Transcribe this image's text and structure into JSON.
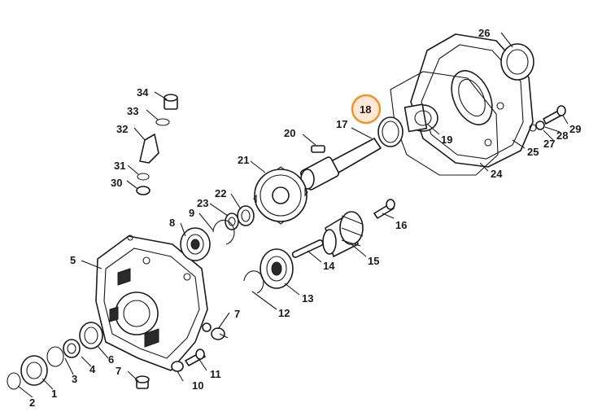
{
  "highlight": {
    "label": "18",
    "color": "#f0922e",
    "fill": "#ffe9d6"
  },
  "labels": {
    "p1": "1",
    "p2": "2",
    "p3": "3",
    "p4": "4",
    "p5": "5",
    "p6": "6",
    "p7a": "7",
    "p7b": "7",
    "p8": "8",
    "p9": "9",
    "p10": "10",
    "p11": "11",
    "p12": "12",
    "p13": "13",
    "p14": "14",
    "p15": "15",
    "p16": "16",
    "p17": "17",
    "p18": "18",
    "p19": "19",
    "p20": "20",
    "p21": "21",
    "p22": "22",
    "p23": "23",
    "p24": "24",
    "p25": "25",
    "p26": "26",
    "p27": "27",
    "p28": "28",
    "p29": "29",
    "p30": "30",
    "p31": "31",
    "p32": "32",
    "p33": "33",
    "p34": "34"
  }
}
